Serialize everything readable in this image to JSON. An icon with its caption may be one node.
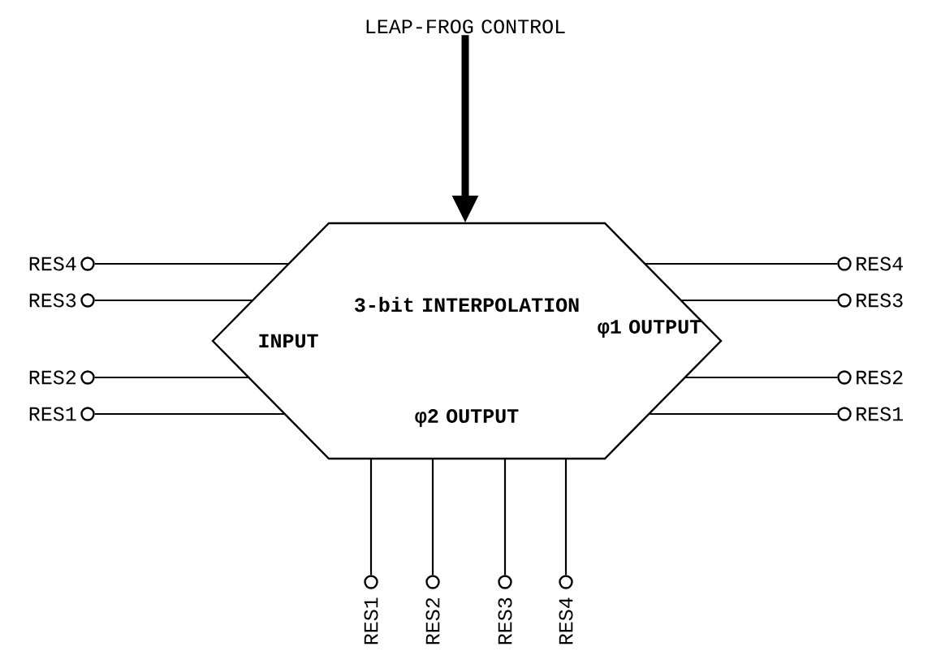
{
  "diagram": {
    "nodes": [
      {
        "text": [
          "LEAP-FROG CONTROL"
        ]
      },
      {
        "text": [
          "3-bit INTERPOLATION",
          "INPUT",
          "φ1 OUTPUT",
          "φ2 OUTPUT"
        ]
      },
      {
        "text": [
          "RES4"
        ]
      },
      {
        "text": [
          "RES4"
        ]
      },
      {
        "text": [
          "RES3"
        ]
      },
      {
        "text": [
          "RES3"
        ]
      },
      {
        "text": [
          "RES2"
        ]
      },
      {
        "text": [
          "RES2"
        ]
      },
      {
        "text": [
          "RES1"
        ]
      },
      {
        "text": [
          "RES1"
        ]
      },
      {
        "text": [
          "RES1"
        ]
      },
      {
        "text": [
          "RES2"
        ]
      },
      {
        "text": [
          "RES3"
        ]
      },
      {
        "text": [
          "RES4"
        ]
      }
    ],
    "edges": [
      {
        "from": 0,
        "to": 1,
        "arrow": "to",
        "style": "thick"
      },
      {
        "from": 2,
        "to": 1,
        "arrow": "none"
      },
      {
        "from": 3,
        "to": 1,
        "arrow": "none"
      },
      {
        "from": 4,
        "to": 1,
        "arrow": "none"
      },
      {
        "from": 5,
        "to": 1,
        "arrow": "none"
      },
      {
        "from": 6,
        "to": 1,
        "arrow": "none"
      },
      {
        "from": 7,
        "to": 1,
        "arrow": "none"
      },
      {
        "from": 8,
        "to": 1,
        "arrow": "none"
      },
      {
        "from": 9,
        "to": 1,
        "arrow": "none"
      },
      {
        "from": 10,
        "to": 1,
        "arrow": "none"
      },
      {
        "from": 11,
        "to": 1,
        "arrow": "none"
      },
      {
        "from": 12,
        "to": 1,
        "arrow": "none"
      },
      {
        "from": 13,
        "to": 1,
        "arrow": "none"
      }
    ]
  }
}
